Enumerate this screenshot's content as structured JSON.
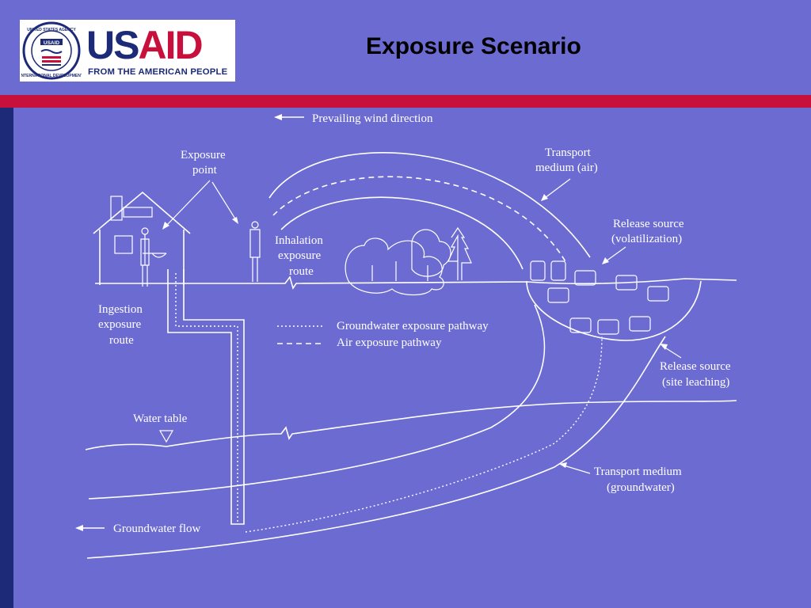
{
  "title": "Exposure Scenario",
  "logo": {
    "word_us": "US",
    "word_aid": "AID",
    "tagline": "FROM THE AMERICAN PEOPLE",
    "seal_text": "UNITED STATES AGENCY · INTERNATIONAL DEVELOPMENT",
    "seal_inner": "USAID"
  },
  "colors": {
    "background": "#6b6bd2",
    "band": "#c8103c",
    "left_bar": "#1c2a78",
    "logo_blue": "#1c2a78",
    "logo_red": "#c8103c",
    "line": "#ffffff"
  },
  "diagram": {
    "wind": "Prevailing wind direction",
    "exposure_point": [
      "Exposure",
      "point"
    ],
    "transport_air": [
      "Transport",
      "medium (air)"
    ],
    "release_volatilization": [
      "Release source",
      "(volatilization)"
    ],
    "inhalation": [
      "Inhalation",
      "exposure",
      "route"
    ],
    "ingestion": [
      "Ingestion",
      "exposure",
      "route"
    ],
    "legend_groundwater": "Groundwater exposure pathway",
    "legend_air": "Air exposure pathway",
    "release_leaching": [
      "Release source",
      "(site leaching)"
    ],
    "water_table": "Water table",
    "transport_groundwater": [
      "Transport medium",
      "(groundwater)"
    ],
    "groundwater_flow": "Groundwater flow"
  }
}
